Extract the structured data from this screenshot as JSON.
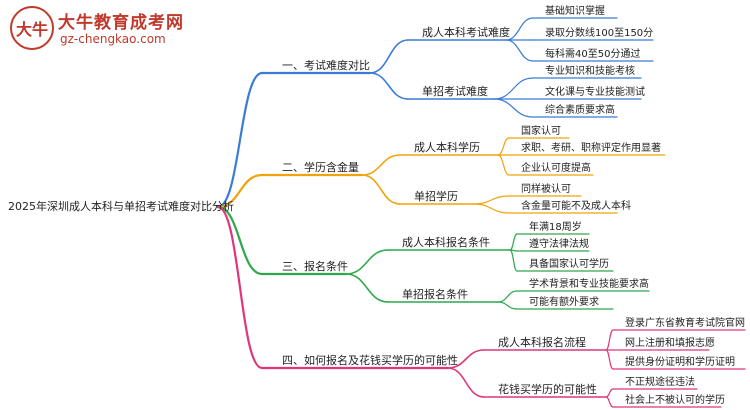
{
  "logo": {
    "brand_name": "大牛教育成考网",
    "url": "gz-chengkao.com",
    "mark_text": "大牛",
    "color": "#c0392b"
  },
  "mindmap": {
    "root": "2025年深圳成人本科与单招考试难度对比分析",
    "colors": {
      "branch1": "#3a7bd5",
      "branch2": "#f0a30a",
      "branch3": "#2ea84a",
      "branch4": "#e0357a"
    },
    "branches": [
      {
        "label": "一、考试难度对比",
        "children": [
          {
            "label": "成人本科考试难度",
            "leaves": [
              "基础知识掌握",
              "录取分数线100至150分",
              "每科需40至50分通过"
            ]
          },
          {
            "label": "单招考试难度",
            "leaves": [
              "专业知识和技能考核",
              "文化课与专业技能测试",
              "综合素质要求高"
            ]
          }
        ]
      },
      {
        "label": "二、学历含金量",
        "children": [
          {
            "label": "成人本科学历",
            "leaves": [
              "国家认可",
              "求职、考研、职称评定作用显著",
              "企业认可度提高"
            ]
          },
          {
            "label": "单招学历",
            "leaves": [
              "同样被认可",
              "含金量可能不及成人本科"
            ]
          }
        ]
      },
      {
        "label": "三、报名条件",
        "children": [
          {
            "label": "成人本科报名条件",
            "leaves": [
              "年满18周岁",
              "遵守法律法规",
              "具备国家认可学历"
            ]
          },
          {
            "label": "单招报名条件",
            "leaves": [
              "学术背景和专业技能要求高",
              "可能有额外要求"
            ]
          }
        ]
      },
      {
        "label": "四、如何报名及花钱买学历的可能性",
        "children": [
          {
            "label": "成人本科报名流程",
            "leaves": [
              "登录广东省教育考试院官网",
              "网上注册和填报志愿",
              "提供身份证明和学历证明"
            ]
          },
          {
            "label": "花钱买学历的可能性",
            "leaves": [
              "不正规途径违法",
              "社会上不被认可的学历"
            ]
          }
        ]
      }
    ]
  }
}
